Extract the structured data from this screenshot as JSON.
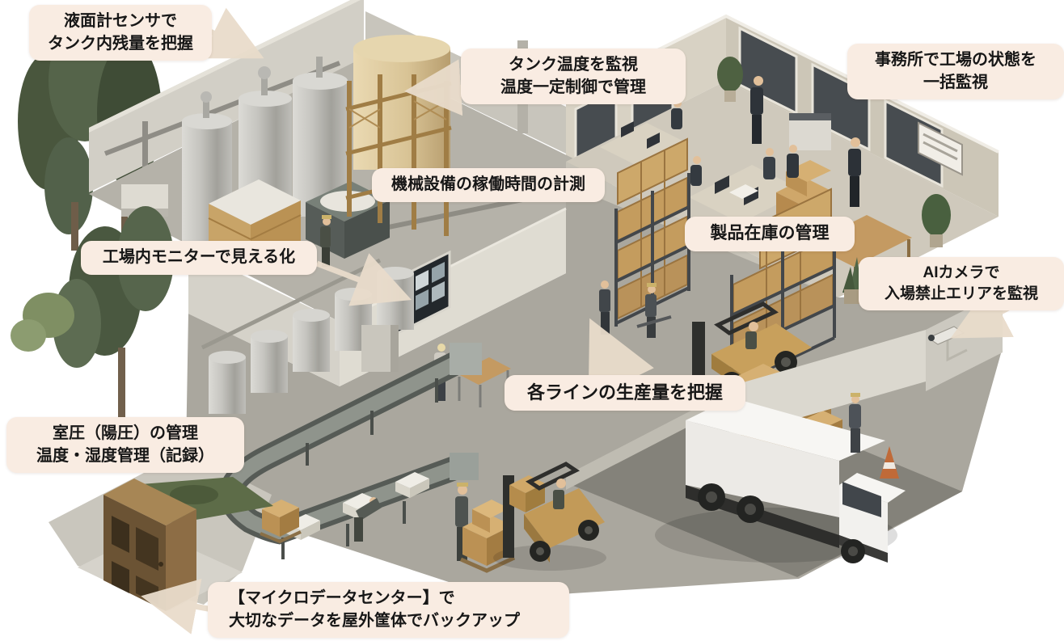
{
  "callouts": [
    {
      "id": "tank-level-sensor",
      "lines": [
        "液面計センサで",
        "タンク内残量を把握"
      ]
    },
    {
      "id": "tank-temperature",
      "lines": [
        "タンク温度を監視",
        "温度一定制御で管理"
      ]
    },
    {
      "id": "office-monitoring",
      "lines": [
        "事務所で工場の状態を",
        "一括監視"
      ]
    },
    {
      "id": "machine-uptime",
      "lines": [
        "機械設備の稼働時間の計測"
      ]
    },
    {
      "id": "product-inventory",
      "lines": [
        "製品在庫の管理"
      ]
    },
    {
      "id": "factory-monitor",
      "lines": [
        "工場内モニターで見える化"
      ]
    },
    {
      "id": "ai-camera",
      "lines": [
        "AIカメラで",
        "入場禁止エリアを監視"
      ]
    },
    {
      "id": "line-production",
      "lines": [
        "各ラインの生産量を把握"
      ]
    },
    {
      "id": "room-pressure",
      "lines": [
        "室圧（陽圧）の管理",
        "温度・湿度管理（記録）"
      ]
    },
    {
      "id": "micro-datacenter",
      "lines": [
        "【マイクロデータセンター】で",
        "大切なデータを屋外筐体でバックアップ"
      ]
    }
  ],
  "colors": {
    "background": "#ffffff",
    "callout_bg": "#f9ece2",
    "callout_text": "#171717",
    "arrow": "#e9dccb",
    "box_cardboard": "#c9a264",
    "steel_tank": "#b9b8b3",
    "cream_tank": "#d9c496",
    "floor_grey": "#b5b2a9",
    "dock_grey": "#84827a",
    "cabinet_brown": "#8d6d45"
  },
  "scene": {
    "type": "isometric-factory-illustration",
    "areas": [
      "tank-room",
      "office",
      "production-line",
      "warehouse",
      "loading-dock",
      "outdoor-micro-datacenter"
    ]
  }
}
